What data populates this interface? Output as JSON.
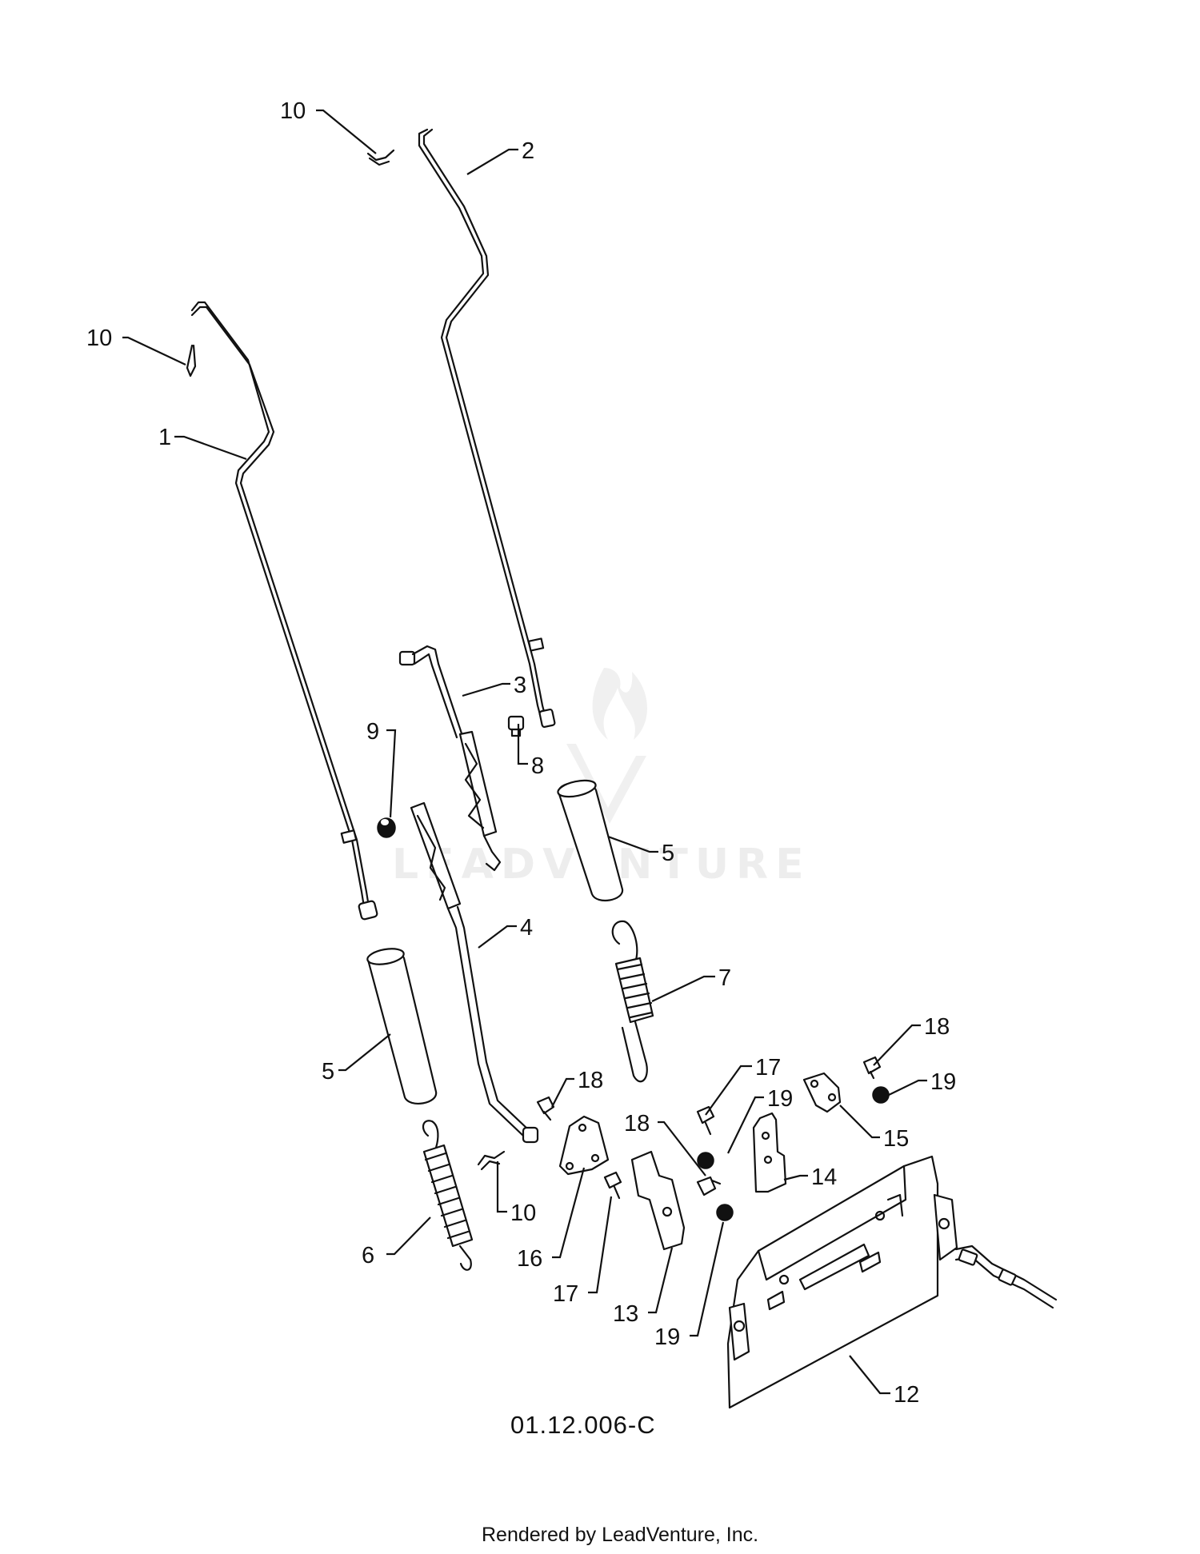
{
  "diagram_id": "01.12.006-C",
  "footer": "Rendered by LeadVenture, Inc.",
  "watermark": "LEADVENTURE",
  "callouts": [
    {
      "id": "c-10a",
      "label": "10"
    },
    {
      "id": "c-2",
      "label": "2"
    },
    {
      "id": "c-10b",
      "label": "10"
    },
    {
      "id": "c-1",
      "label": "1"
    },
    {
      "id": "c-3",
      "label": "3"
    },
    {
      "id": "c-9",
      "label": "9"
    },
    {
      "id": "c-8",
      "label": "8"
    },
    {
      "id": "c-5a",
      "label": "5"
    },
    {
      "id": "c-4",
      "label": "4"
    },
    {
      "id": "c-7",
      "label": "7"
    },
    {
      "id": "c-5b",
      "label": "5"
    },
    {
      "id": "c-18a",
      "label": "18"
    },
    {
      "id": "c-18b",
      "label": "18"
    },
    {
      "id": "c-19a",
      "label": "19"
    },
    {
      "id": "c-17a",
      "label": "17"
    },
    {
      "id": "c-19b",
      "label": "19"
    },
    {
      "id": "c-18c",
      "label": "18"
    },
    {
      "id": "c-15",
      "label": "15"
    },
    {
      "id": "c-14",
      "label": "14"
    },
    {
      "id": "c-10c",
      "label": "10"
    },
    {
      "id": "c-6",
      "label": "6"
    },
    {
      "id": "c-16",
      "label": "16"
    },
    {
      "id": "c-17b",
      "label": "17"
    },
    {
      "id": "c-13",
      "label": "13"
    },
    {
      "id": "c-19c",
      "label": "19"
    },
    {
      "id": "c-12",
      "label": "12"
    }
  ]
}
